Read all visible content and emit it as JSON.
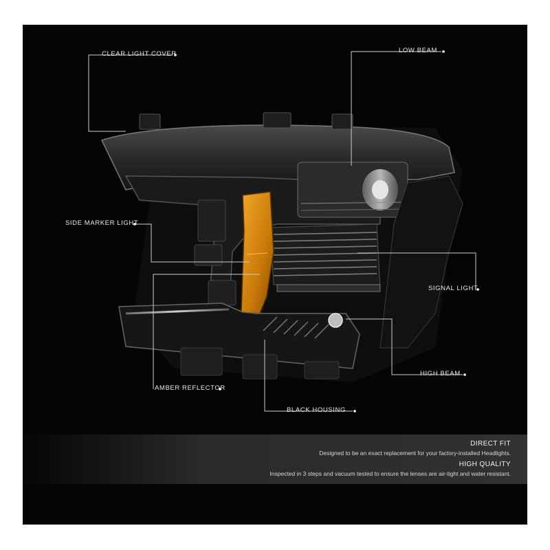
{
  "callouts": {
    "clear_light_cover": "CLEAR LIGHT COVER",
    "low_beam": "LOW BEAM",
    "side_marker_light": "SIDE MARKER LIGHT",
    "signal_light": "SIGNAL LIGHT",
    "high_beam": "HIGH  BEAM",
    "amber_reflector": "AMBER REFLECTOR",
    "black_housing": "BLACK HOUSING"
  },
  "features": [
    {
      "title": "DIRECT FIT",
      "text": "Designed to be an exact replacement for your factory-installed Headlights."
    },
    {
      "title": "HIGH QUALITY",
      "text": "Inspected in 3 steps and vacuum tested to ensure the lenses are air-tight and water resistant."
    }
  ],
  "colors": {
    "background": "#050505",
    "amber": "#d98a12",
    "callout_line": "#cfcfcf"
  }
}
